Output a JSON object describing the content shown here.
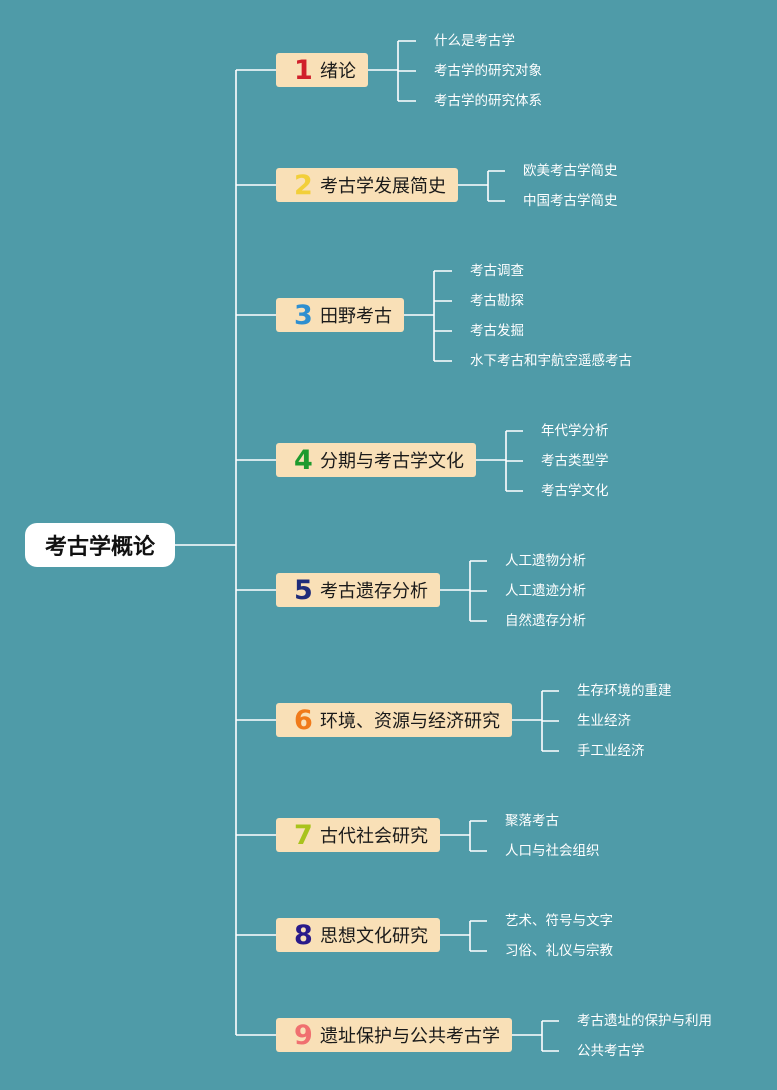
{
  "root": {
    "title": "考古学概论"
  },
  "sections": [
    {
      "num": "1",
      "color": "#d0202a",
      "title": "绪论",
      "items": [
        "什么是考古学",
        "考古学的研究对象",
        "考古学的研究体系"
      ]
    },
    {
      "num": "2",
      "color": "#f2cf3a",
      "title": "考古学发展简史",
      "items": [
        "欧美考古学简史",
        "中国考古学简史"
      ]
    },
    {
      "num": "3",
      "color": "#2f8fd0",
      "title": "田野考古",
      "items": [
        "考古调查",
        "考古勘探",
        "考古发掘",
        "水下考古和宇航空遥感考古"
      ]
    },
    {
      "num": "4",
      "color": "#1e9a2e",
      "title": "分期与考古学文化",
      "items": [
        "年代学分析",
        "考古类型学",
        "考古学文化"
      ]
    },
    {
      "num": "5",
      "color": "#1f2c7a",
      "title": "考古遗存分析",
      "items": [
        "人工遗物分析",
        "人工遗迹分析",
        "自然遗存分析"
      ]
    },
    {
      "num": "6",
      "color": "#f07a1a",
      "title": "环境、资源与经济研究",
      "items": [
        "生存环境的重建",
        "生业经济",
        "手工业经济"
      ]
    },
    {
      "num": "7",
      "color": "#a9c31c",
      "title": "古代社会研究",
      "items": [
        "聚落考古",
        "人口与社会组织"
      ]
    },
    {
      "num": "8",
      "color": "#2a1a8a",
      "title": "思想文化研究",
      "items": [
        "艺术、符号与文字",
        "习俗、礼仪与宗教"
      ]
    },
    {
      "num": "9",
      "color": "#f07070",
      "title": "遗址保护与公共考古学",
      "items": [
        "考古遗址的保护与利用",
        "公共考古学"
      ]
    }
  ]
}
